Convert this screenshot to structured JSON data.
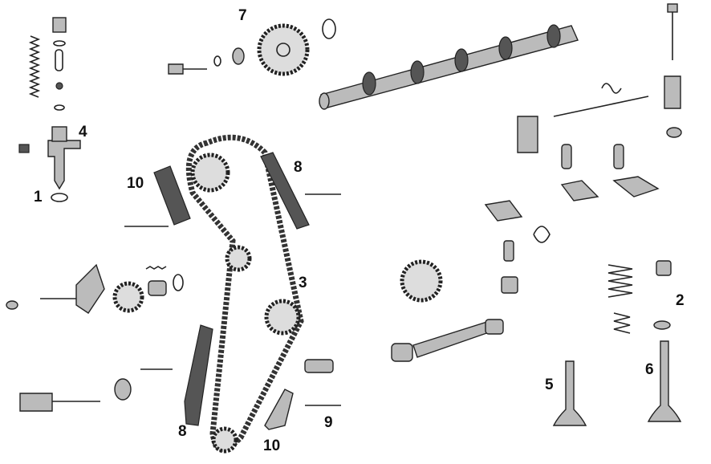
{
  "diagram": {
    "type": "exploded-parts-view",
    "callouts": [
      {
        "id": "camshaft-sprocket",
        "label": "7"
      },
      {
        "id": "tensioner-bracket",
        "label": "4"
      },
      {
        "id": "tensioner-washer",
        "label": "1"
      },
      {
        "id": "upper-chain-guide-left",
        "label": "10"
      },
      {
        "id": "upper-chain-guide-right",
        "label": "8"
      },
      {
        "id": "timing-chain",
        "label": "3"
      },
      {
        "id": "lower-chain-guide",
        "label": "8"
      },
      {
        "id": "lower-guide-bracket",
        "label": "10"
      },
      {
        "id": "guide-pin",
        "label": "9"
      },
      {
        "id": "valve-spring-cap",
        "label": "2"
      },
      {
        "id": "intake-valve",
        "label": "5"
      },
      {
        "id": "exhaust-valve",
        "label": "6"
      }
    ]
  }
}
